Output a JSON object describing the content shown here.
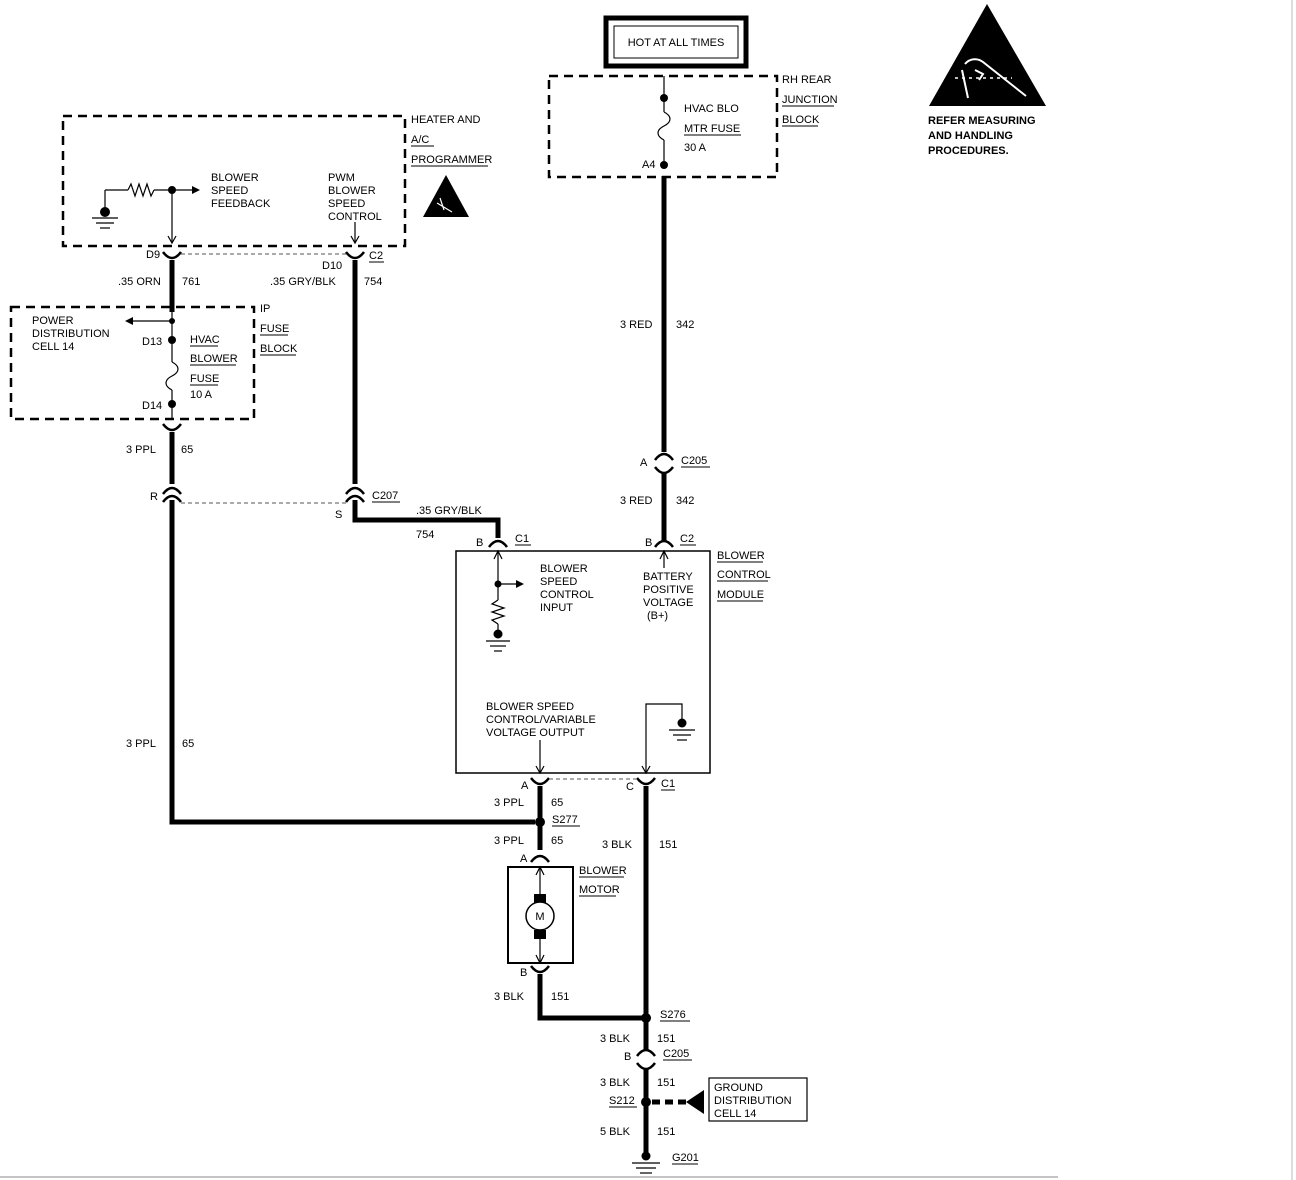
{
  "esd_notice": "REFER MEASURING AND HANDLING PROCEDURES.",
  "esd_notice_lines": [
    "REFER MEASURING",
    "AND HANDLING",
    "PROCEDURES."
  ],
  "hot_at_all_times": "HOT AT ALL TIMES",
  "rh_junction": {
    "title_lines": [
      "RH REAR",
      "JUNCTION",
      "BLOCK"
    ],
    "fuse_lines": [
      "HVAC BLO",
      "MTR FUSE",
      "30 A"
    ],
    "terminal": "A4"
  },
  "programmer": {
    "title_lines": [
      "HEATER AND",
      "A/C",
      "PROGRAMMER"
    ],
    "feedback_lines": [
      "BLOWER",
      "SPEED",
      "FEEDBACK"
    ],
    "pwm_lines": [
      "PWM",
      "BLOWER",
      "SPEED",
      "CONTROL"
    ],
    "pin_d9": "D9",
    "pin_d10": "D10",
    "connector": "C2"
  },
  "ip_fuse_block": {
    "title_lines": [
      "IP",
      "FUSE",
      "BLOCK"
    ],
    "power_lines": [
      "POWER",
      "DISTRIBUTION",
      "CELL 14"
    ],
    "fuse_lines": [
      "HVAC",
      "BLOWER",
      "FUSE",
      "10 A"
    ],
    "pin_top": "D13",
    "pin_bottom": "D14"
  },
  "wires": {
    "w761_color": ".35 ORN",
    "w761_circuit": "761",
    "w754_color": ".35 GRY/BLK",
    "w754_circuit": "754",
    "w65_color": "3 PPL",
    "w65_circuit": "65",
    "w342_color": "3 RED",
    "w342_circuit": "342",
    "w151_color": "3 BLK",
    "w151_circuit": "151",
    "w151_ground_color": "5 BLK"
  },
  "c207": {
    "name": "C207",
    "pin_r": "R",
    "pin_s": "S"
  },
  "c205_top": {
    "name": "C205",
    "pin": "A"
  },
  "c205_bottom": {
    "name": "C205",
    "pin": "B"
  },
  "module": {
    "title_lines": [
      "BLOWER",
      "CONTROL",
      "MODULE"
    ],
    "pin_b_c1": "B",
    "c1": "C1",
    "pin_b_c2": "B",
    "c2": "C2",
    "input_lines": [
      "BLOWER",
      "SPEED",
      "CONTROL",
      "INPUT"
    ],
    "battery_lines": [
      "BATTERY",
      "POSITIVE",
      "VOLTAGE",
      "(B+)"
    ],
    "output_lines": [
      "BLOWER SPEED",
      "CONTROL/VARIABLE",
      "VOLTAGE OUTPUT"
    ],
    "pin_a": "A",
    "pin_c": "C",
    "c1_bottom": "C1"
  },
  "s277": "S277",
  "motor": {
    "title_lines": [
      "BLOWER",
      "MOTOR"
    ],
    "symbol": "M",
    "pin_a": "A",
    "pin_b": "B"
  },
  "s276": "S276",
  "s212": "S212",
  "ground_distribution_lines": [
    "GROUND",
    "DISTRIBUTION",
    "CELL 14"
  ],
  "g201": "G201"
}
